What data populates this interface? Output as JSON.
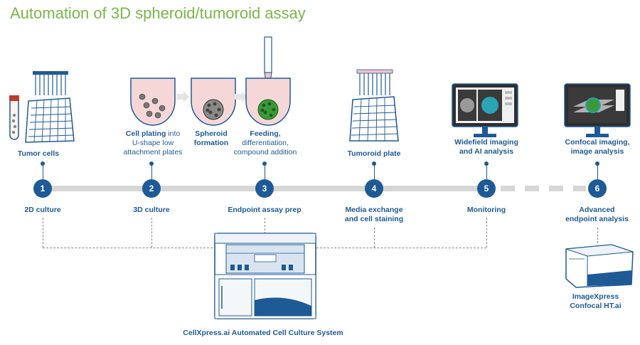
{
  "title": "Automation of 3D spheroid/tumoroid assay",
  "top_labels": {
    "tumor_cells": "Tumor cells",
    "cell_plating_bold": "Cell plating",
    "cell_plating_rest1": " into",
    "cell_plating_rest2": "U-shape low",
    "cell_plating_rest3": "attachment plates",
    "spheroid_1": "Spheroid",
    "spheroid_2": "formation",
    "feeding_bold": "Feeding,",
    "feeding_2": "differentiation,",
    "feeding_3": "compound addition",
    "tumoroid_plate": "Tumoroid plate",
    "widefield_1": "Widefield imaging",
    "widefield_2": "and AI analysis",
    "confocal_1": "Confocal imaging,",
    "confocal_2": "image analysis"
  },
  "steps": [
    {
      "num": "1",
      "label": "2D culture"
    },
    {
      "num": "2",
      "label": "3D culture"
    },
    {
      "num": "3",
      "label": "Endpoint assay prep"
    },
    {
      "num": "4",
      "label_1": "Media exchange",
      "label_2": "and cell staining"
    },
    {
      "num": "5",
      "label": "Monitoring"
    },
    {
      "num": "6",
      "label_1": "Advanced",
      "label_2": "endpoint analysis"
    }
  ],
  "instruments": {
    "cellxpress": "CellXpress.ai Automated Cell Culture System",
    "imagexpress_1": "ImageXpress",
    "imagexpress_2": "Confocal HT.ai"
  },
  "colors": {
    "primary": "#1e5a96",
    "title_green": "#7ab648",
    "timeline_gray": "#d6d6d6",
    "accent_pink": "#f2c4c4"
  }
}
